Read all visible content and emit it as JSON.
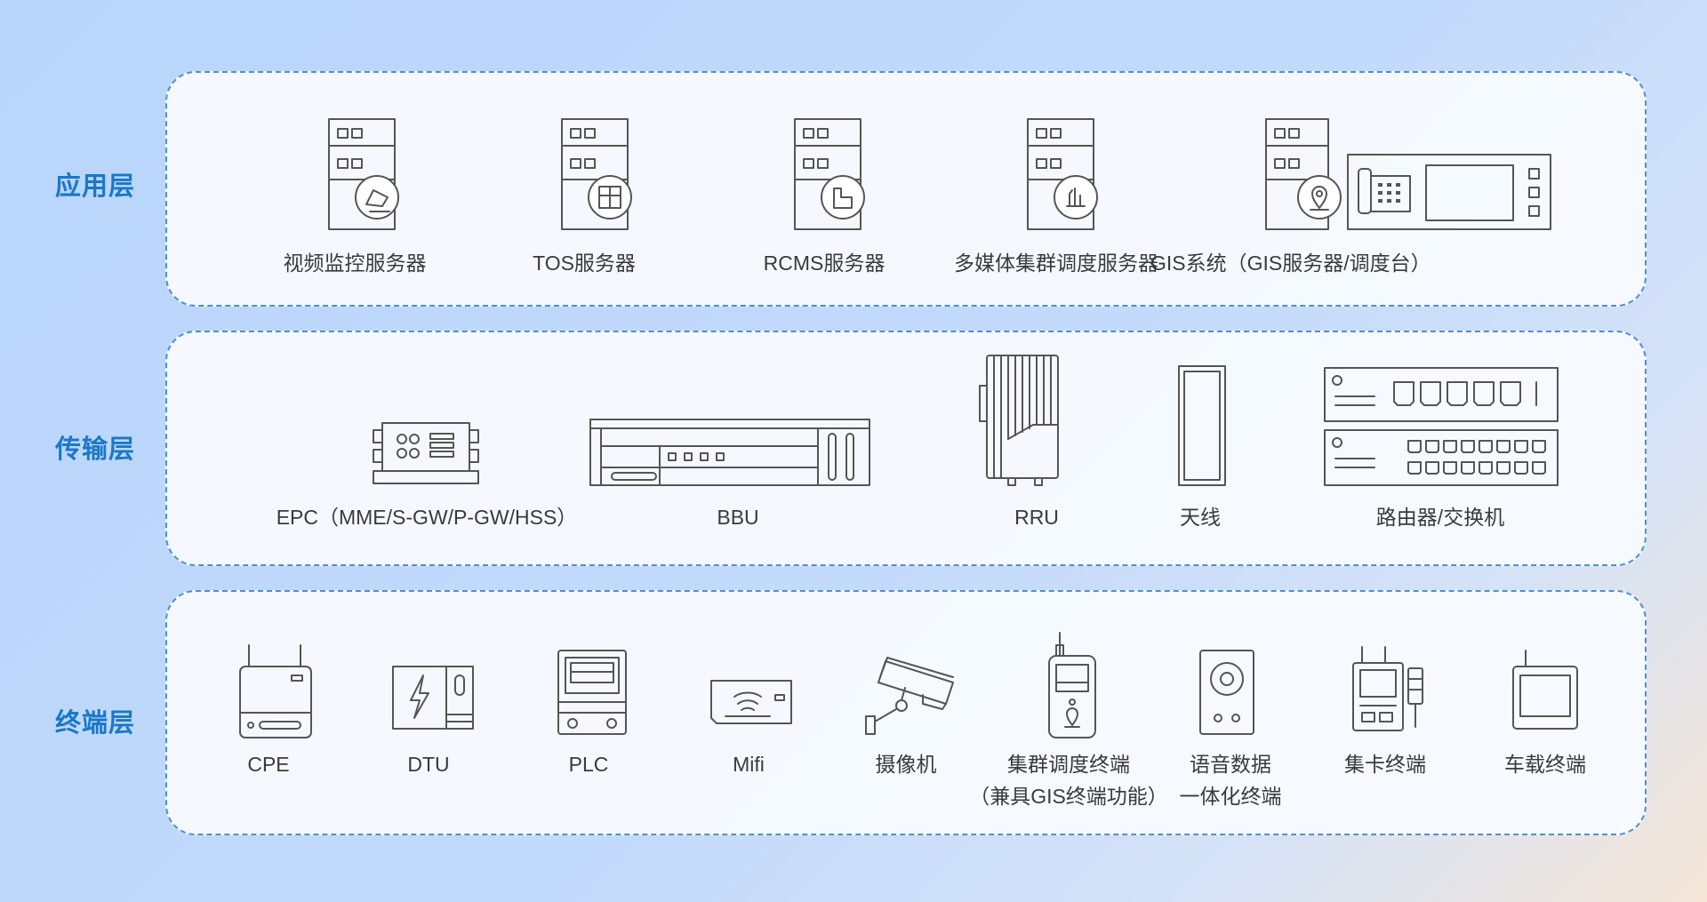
{
  "layers": {
    "application": {
      "label": "应用层",
      "devices": [
        {
          "label": "视频监控服务器",
          "icon": "video-server-icon"
        },
        {
          "label": "TOS服务器",
          "icon": "tos-server-icon"
        },
        {
          "label": "RCMS服务器",
          "icon": "rcms-server-icon"
        },
        {
          "label": "多媒体集群调度服务器",
          "icon": "multimedia-server-icon"
        },
        {
          "label": "GIS系统（GIS服务器/调度台）",
          "icon": "gis-console-icon"
        }
      ]
    },
    "transport": {
      "label": "传输层",
      "devices": [
        {
          "label": "EPC（MME/S-GW/P-GW/HSS）",
          "icon": "epc-icon"
        },
        {
          "label": "BBU",
          "icon": "bbu-icon"
        },
        {
          "label": "RRU",
          "icon": "rru-icon"
        },
        {
          "label": "天线",
          "icon": "antenna-icon"
        },
        {
          "label": "路由器/交换机",
          "icon": "router-switch-icon"
        }
      ]
    },
    "terminal": {
      "label": "终端层",
      "devices": [
        {
          "label": "CPE",
          "icon": "cpe-icon"
        },
        {
          "label": "DTU",
          "icon": "dtu-icon"
        },
        {
          "label": "PLC",
          "icon": "plc-icon"
        },
        {
          "label": "Mifi",
          "icon": "mifi-icon"
        },
        {
          "label": "摄像机",
          "icon": "camera-icon"
        },
        {
          "label": "集群调度终端",
          "label2": "（兼具GIS终端功能）",
          "icon": "trunking-terminal-icon"
        },
        {
          "label": "语音数据",
          "label2": "一体化终端",
          "icon": "voice-data-terminal-icon"
        },
        {
          "label": "集卡终端",
          "icon": "truck-terminal-icon"
        },
        {
          "label": "车载终端",
          "icon": "vehicle-terminal-icon"
        }
      ]
    }
  },
  "colors": {
    "layer_label": "#1a78c8",
    "panel_border": "#4f8fd0",
    "icon_stroke": "#555555",
    "text": "#3a3a3a"
  }
}
